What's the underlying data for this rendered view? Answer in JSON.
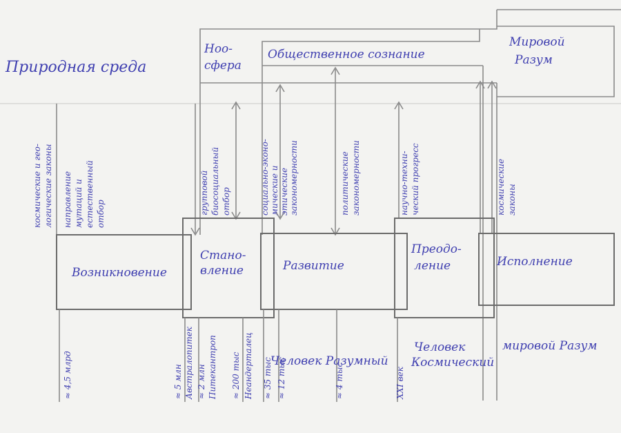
{
  "top_labels": {
    "nature": "Природная среда",
    "noosphere_line1": "Ноо-",
    "noosphere_line2": "сфера",
    "social": "Общественное сознание",
    "world_mind_line1": "Мировой",
    "world_mind_line2": "Разум"
  },
  "stages": {
    "s1": "Возникновение",
    "s2_line1": "Стано-",
    "s2_line2": "вление",
    "s3": "Развитие",
    "s4_line1": "Преодо-",
    "s4_line2": "ление",
    "s5": "Исполнение"
  },
  "factors": {
    "f1": "космические и гео-",
    "f1b": "логические законы",
    "f2": "направление",
    "f2b": "мутаций и",
    "f2c": "естественный",
    "f2d": "отбор",
    "f3": "групповой",
    "f3b": "биосоциальный",
    "f3c": "отбор",
    "f4": "социально-эконо-",
    "f4b": "мические и",
    "f4c": "этические",
    "f4d": "закономерности",
    "f5": "политические",
    "f5b": "закономерности",
    "f6": "научно-техни-",
    "f6b": "ческий прогресс",
    "f7": "космические",
    "f7b": "законы"
  },
  "timeline": {
    "t1": "≈ 4,5 млрд",
    "t2": "≈ 5 млн",
    "t2b": "Австралопитек",
    "t3": "≈ 2 млн",
    "t3b": "Питекантроп",
    "t4": "≈ 200 тыс",
    "t4b": "Неандерталец",
    "t5": "≈ 35 тыс",
    "t6": "≈ 12 тыс",
    "t7": "≈ 4 тыс",
    "t8": "XXI век",
    "human_wise": "Человек  Разумный",
    "human_cosmic_line1": "Человек",
    "human_cosmic_line2": "Космический",
    "world_mind": "мировой Разум"
  }
}
